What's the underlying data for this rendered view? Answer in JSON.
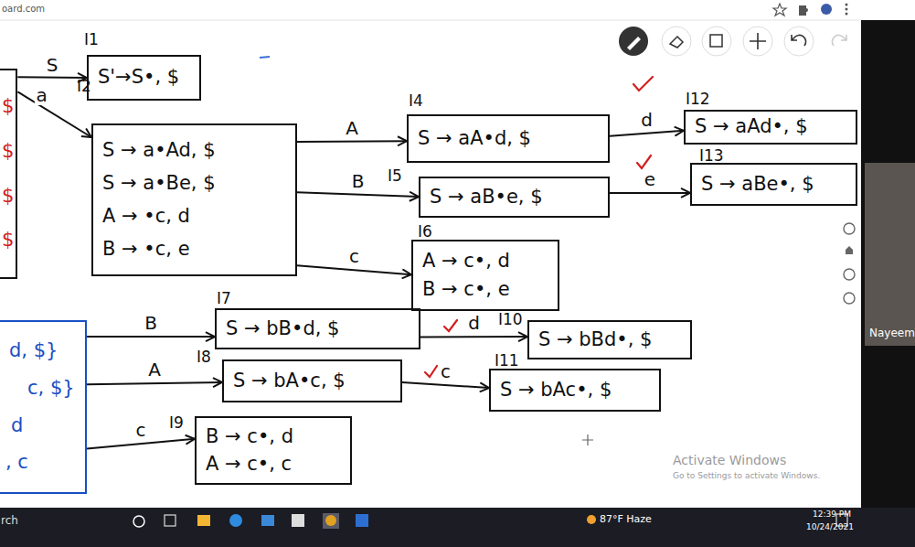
{
  "diagram": {
    "nodes": [
      {
        "text": [
          "$",
          "$",
          "$",
          "$"
        ]
      },
      {
        "text": [
          "I1",
          "S'→S•, $"
        ]
      },
      {
        "text": [
          "I2",
          "S → a•Ad, $",
          "S → a•Be, $",
          "A → •c, d",
          "B → •c, e"
        ]
      },
      {
        "text": [
          "I4",
          "S → aA•d, $"
        ]
      },
      {
        "text": [
          "I12",
          "S → aAd•, $"
        ]
      },
      {
        "text": [
          "I5",
          "S → aB•e, $"
        ]
      },
      {
        "text": [
          "I13",
          "S → aBe•, $"
        ]
      },
      {
        "text": [
          "I6",
          "A → c•, d",
          "B → c•, e"
        ]
      },
      {
        "text": [
          "d, $}",
          "c, $}",
          "d",
          ", c"
        ]
      },
      {
        "text": [
          "I7",
          "S → bB•d, $"
        ]
      },
      {
        "text": [
          "I10",
          "S → bBd•, $"
        ]
      },
      {
        "text": [
          "I8",
          "S → bA•c, $"
        ]
      },
      {
        "text": [
          "I11",
          "S → bAc•, $"
        ]
      },
      {
        "text": [
          "I9",
          "B → c•, d",
          "A → c•, c"
        ]
      }
    ],
    "edges": [
      {
        "from": 0,
        "to": 1,
        "label": "S",
        "arrow": "to"
      },
      {
        "from": 0,
        "to": 2,
        "label": "a",
        "arrow": "to"
      },
      {
        "from": 2,
        "to": 3,
        "label": "A",
        "arrow": "to"
      },
      {
        "from": 3,
        "to": 4,
        "label": "d",
        "arrow": "to"
      },
      {
        "from": 2,
        "to": 5,
        "label": "B",
        "arrow": "to"
      },
      {
        "from": 5,
        "to": 6,
        "label": "e",
        "arrow": "to"
      },
      {
        "from": 2,
        "to": 7,
        "label": "c",
        "arrow": "to"
      },
      {
        "from": 8,
        "to": 9,
        "label": "B",
        "arrow": "to"
      },
      {
        "from": 9,
        "to": 10,
        "label": "d",
        "arrow": "to"
      },
      {
        "from": 8,
        "to": 11,
        "label": "A",
        "arrow": "to"
      },
      {
        "from": 11,
        "to": 12,
        "label": "c",
        "arrow": "to"
      },
      {
        "from": 8,
        "to": 13,
        "label": "c",
        "arrow": "to"
      }
    ],
    "labels": [
      "oard.com",
      "Nayeem",
      "Activate Windows",
      "Go to Settings to activate Windows.",
      "rch",
      "87°F Haze",
      "12:39 PM",
      "10/24/2021"
    ]
  }
}
